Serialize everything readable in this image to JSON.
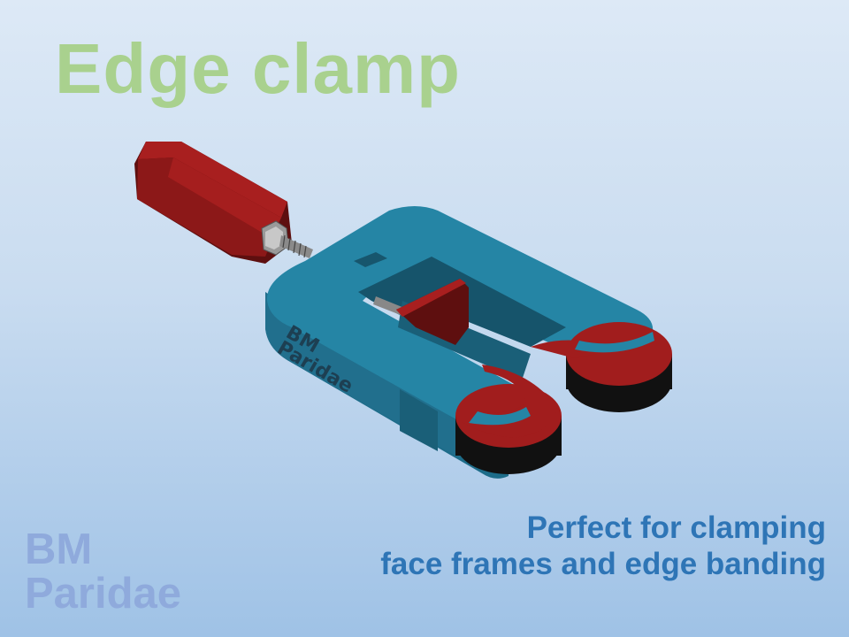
{
  "title": "Edge clamp",
  "tagline": {
    "line1": "Perfect for clamping",
    "line2": "face frames and edge banding"
  },
  "brand": {
    "line1": "BM",
    "line2": "Paridae"
  },
  "illustration": {
    "subject": "3D render of edge clamp with red hex handle, threaded rod, blue U-shaped body, two red/black cam rollers",
    "embossed_text": {
      "line1": "BM",
      "line2": "Paridae"
    }
  },
  "colors": {
    "title": "#a9d18e",
    "tagline": "#2e75b6",
    "brand": "#8faadc",
    "body_blue": "#2585a5",
    "handle_red": "#a11d1d",
    "roller_black": "#111111",
    "background_top": "#dde9f6",
    "background_bottom": "#9fc2e6"
  }
}
